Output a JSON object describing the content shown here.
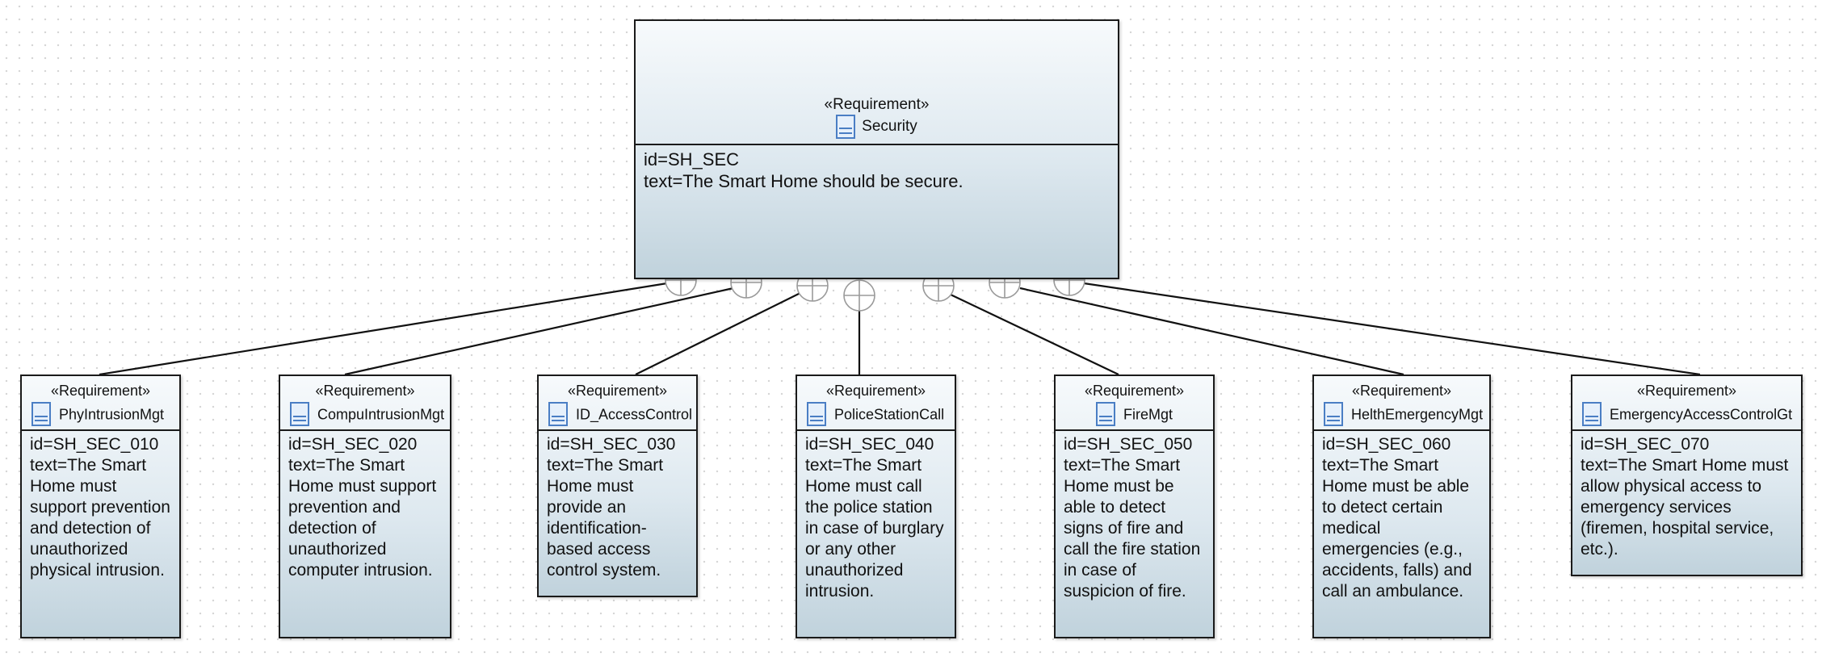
{
  "main": {
    "stereotype": "«Requirement»",
    "name": "Security",
    "id_line": "id=SH_SEC",
    "text_line": "text=The Smart Home should be secure."
  },
  "children": [
    {
      "stereotype": "«Requirement»",
      "name": "PhyIntrusionMgt",
      "id_line": "id=SH_SEC_010",
      "text_line": "text=The Smart Home must support prevention and detection of unauthorized physical intrusion."
    },
    {
      "stereotype": "«Requirement»",
      "name": "CompuIntrusionMgt",
      "id_line": "id=SH_SEC_020",
      "text_line": "text=The Smart Home must support prevention and detection of unauthorized computer intrusion."
    },
    {
      "stereotype": "«Requirement»",
      "name": "ID_AccessControl",
      "id_line": "id=SH_SEC_030",
      "text_line": "text=The Smart Home must provide an identification-based access control system."
    },
    {
      "stereotype": "«Requirement»",
      "name": "PoliceStationCall",
      "id_line": "id=SH_SEC_040",
      "text_line": "text=The Smart Home must call the police station in case of burglary or any other unauthorized intrusion."
    },
    {
      "stereotype": "«Requirement»",
      "name": "FireMgt",
      "id_line": "id=SH_SEC_050",
      "text_line": "text=The Smart Home must be able to detect signs of fire and call the fire station in case of suspicion of fire."
    },
    {
      "stereotype": "«Requirement»",
      "name": "HelthEmergencyMgt",
      "id_line": "id=SH_SEC_060",
      "text_line": "text=The Smart Home must be able to detect certain medical emergencies (e.g., accidents, falls) and call an ambulance."
    },
    {
      "stereotype": "«Requirement»",
      "name": "EmergencyAccessControlGt",
      "id_line": "id=SH_SEC_070",
      "text_line": "text=The Smart Home must allow physical access to emergency services (firemen, hospital service, etc.)."
    }
  ],
  "containment_icon": "containment-crosshair-icon",
  "colors": {
    "border": "#1a1a1a",
    "fill_top": "#f7fafc",
    "fill_bottom": "#c0d2dc",
    "icon": "#4a7ec4"
  }
}
